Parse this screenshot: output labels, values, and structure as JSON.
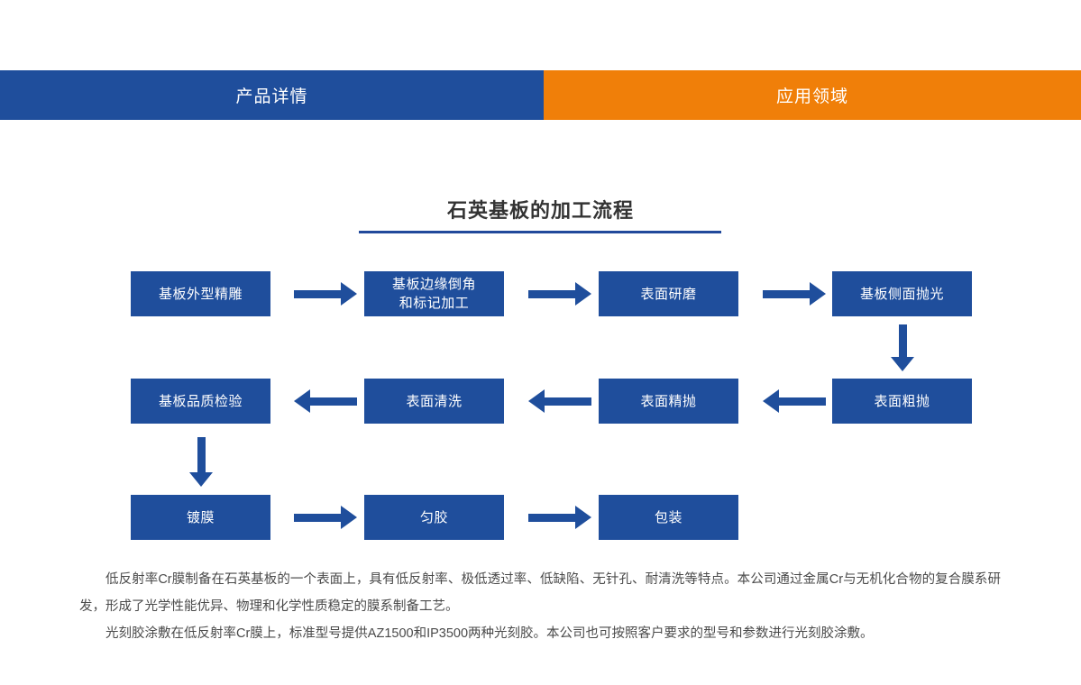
{
  "tabs": [
    {
      "label": "产品详情",
      "state": "active",
      "color": "#1f4e9c"
    },
    {
      "label": "应用领域",
      "state": "inactive",
      "color": "#f07f09"
    }
  ],
  "section": {
    "title": "石英基板的加工流程",
    "rule_color": "#21499b"
  },
  "flowchart": {
    "node_color": "#1f4e9c",
    "arrow_color": "#1f4e9c",
    "rows": [
      {
        "direction": "right",
        "nodes": [
          {
            "label": "基板外型精雕"
          },
          {
            "label": "基板边缘倒角\n和标记加工"
          },
          {
            "label": "表面研磨"
          },
          {
            "label": "基板侧面抛光"
          }
        ]
      },
      {
        "direction": "left",
        "nodes": [
          {
            "label": "基板品质检验"
          },
          {
            "label": "表面清洗"
          },
          {
            "label": "表面精抛"
          },
          {
            "label": "表面粗抛"
          }
        ]
      },
      {
        "direction": "right",
        "nodes": [
          {
            "label": "镀膜"
          },
          {
            "label": "匀胶"
          },
          {
            "label": "包装"
          }
        ]
      }
    ]
  },
  "body": {
    "paragraph1": "低反射率Cr膜制备在石英基板的一个表面上，具有低反射率、极低透过率、低缺陷、无针孔、耐清洗等特点。本公司通过金属Cr与无机化合物的复合膜系研发，形成了光学性能优异、物理和化学性质稳定的膜系制备工艺。",
    "paragraph2": "光刻胶涂敷在低反射率Cr膜上，标准型号提供AZ1500和IP3500两种光刻胶。本公司也可按照客户要求的型号和参数进行光刻胶涂敷。"
  }
}
